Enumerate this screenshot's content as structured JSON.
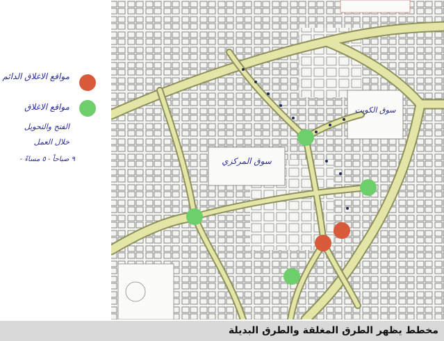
{
  "caption": "مخطط يظهر الطرق المغلقة والطرق البديلة",
  "legend": {
    "items": [
      {
        "label": "مواقع الاغلاق الدائم",
        "color": "#d85a3a"
      },
      {
        "label": "مواقع الاغلاق",
        "color": "#6ccf6c"
      }
    ],
    "notes": [
      "الفتح والتحويل",
      "خلال العمل",
      "- ٩ صباحاً - ٥ مساءً"
    ]
  },
  "map_labels": {
    "souq_markazi": "سوق المركزي",
    "souq_kuwait": "سوق الكويت"
  },
  "colors": {
    "closed": "#d85a3a",
    "diversion": "#6ccf6c",
    "road": "#e4e6a8",
    "road_edge": "#8d8f5c"
  }
}
